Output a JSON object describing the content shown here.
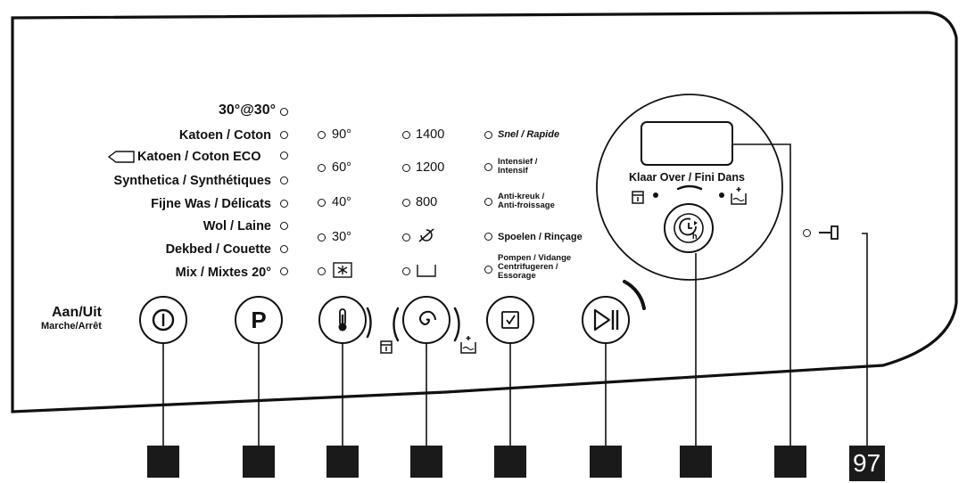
{
  "programs": {
    "header": "30°@30°",
    "items": [
      "Katoen / Coton",
      "Katoen / Coton ECO",
      "Synthetica / Synthétiques",
      "Fijne Was / Délicats",
      "Wol / Laine",
      "Dekbed / Couette",
      "Mix / Mixtes 20°"
    ]
  },
  "temperatures": [
    "90°",
    "60°",
    "40°",
    "30°"
  ],
  "spin_speeds": [
    "1400",
    "1200",
    "800"
  ],
  "options": {
    "snel": "Snel / Rapide",
    "intensief_1": "Intensief /",
    "intensief_2": "Intensif",
    "antikreuk_1": "Anti-kreuk /",
    "antikreuk_2": "Anti-froissage",
    "spoelen": "Spoelen / Rinçage",
    "pompen_1": "Pompen / Vidange",
    "pompen_2": "Centrifugeren /",
    "pompen_3": "Essorage"
  },
  "power": {
    "label": "Aan/Uit",
    "sublabel": "Marche/Arrêt"
  },
  "program_button": {
    "label": "P"
  },
  "timer": {
    "label": "Klaar Over / Fini Dans",
    "display_text": ""
  },
  "icons": {
    "power": "power-icon",
    "temperature": "thermometer-icon",
    "spin": "spin-spiral-icon",
    "options": "checklist-icon",
    "start_pause": "play-pause-icon",
    "delay": "clock-delay-icon",
    "door_lock": "key-lock-icon",
    "prewash": "prewash-icon",
    "rinse": "rinse-tub-icon",
    "cold": "snowflake-box-icon",
    "no_spin": "no-spin-icon",
    "no_tub": "empty-tub-icon"
  },
  "page_number": "97"
}
